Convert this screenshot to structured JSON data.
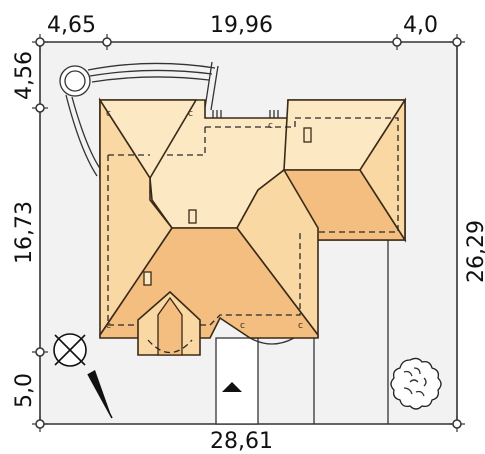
{
  "dimensions": {
    "top_left": "4,65",
    "top_middle": "19,96",
    "top_right": "4,0",
    "left_top": "4,56",
    "left_middle": "16,73",
    "left_bottom": "5,0",
    "right": "26,29",
    "bottom": "28,61"
  },
  "colors": {
    "site": "#f2f2f2",
    "roof_light": "#fde8c4",
    "roof_mid": "#f9d8a4",
    "roof_dark": "#f3be80",
    "outline": "#3a2a18"
  },
  "icons": {
    "north": "compass-arrow-icon",
    "tree": "tree-icon",
    "entrance": "entrance-arrow-icon"
  }
}
